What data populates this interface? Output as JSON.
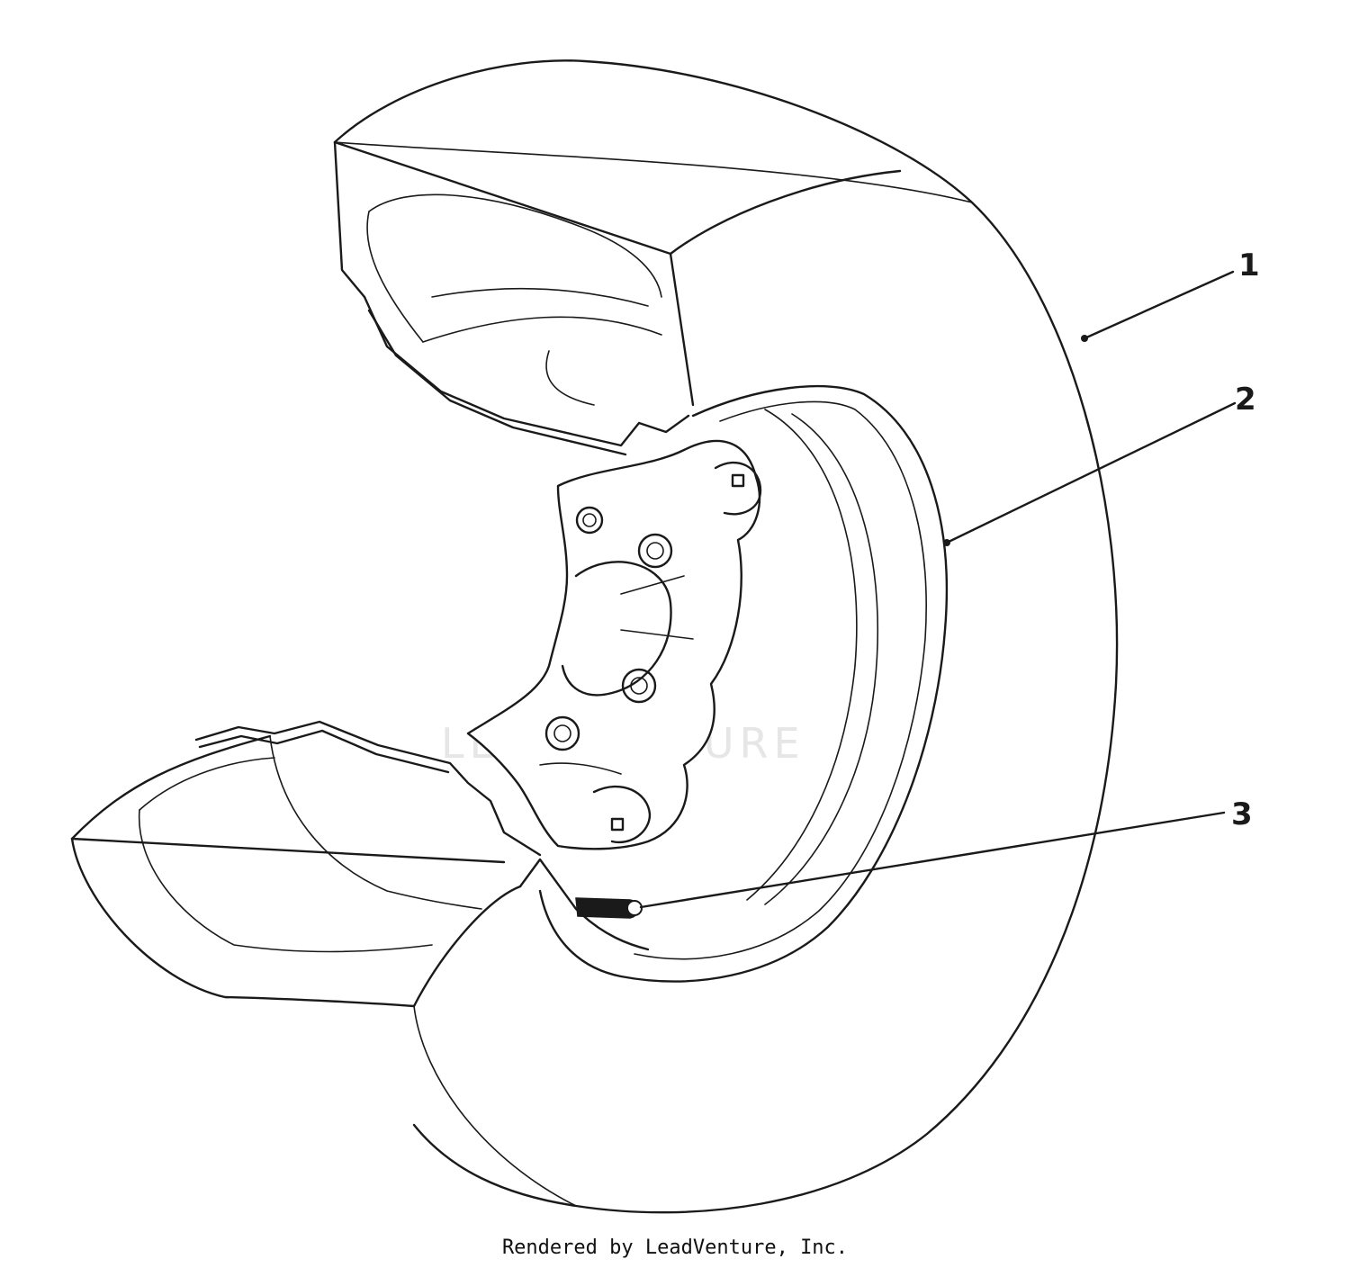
{
  "callouts": [
    {
      "label": "1"
    },
    {
      "label": "2"
    },
    {
      "label": "3"
    }
  ],
  "watermark": "LEADVENTURE",
  "credit": "Rendered by LeadVenture, Inc."
}
